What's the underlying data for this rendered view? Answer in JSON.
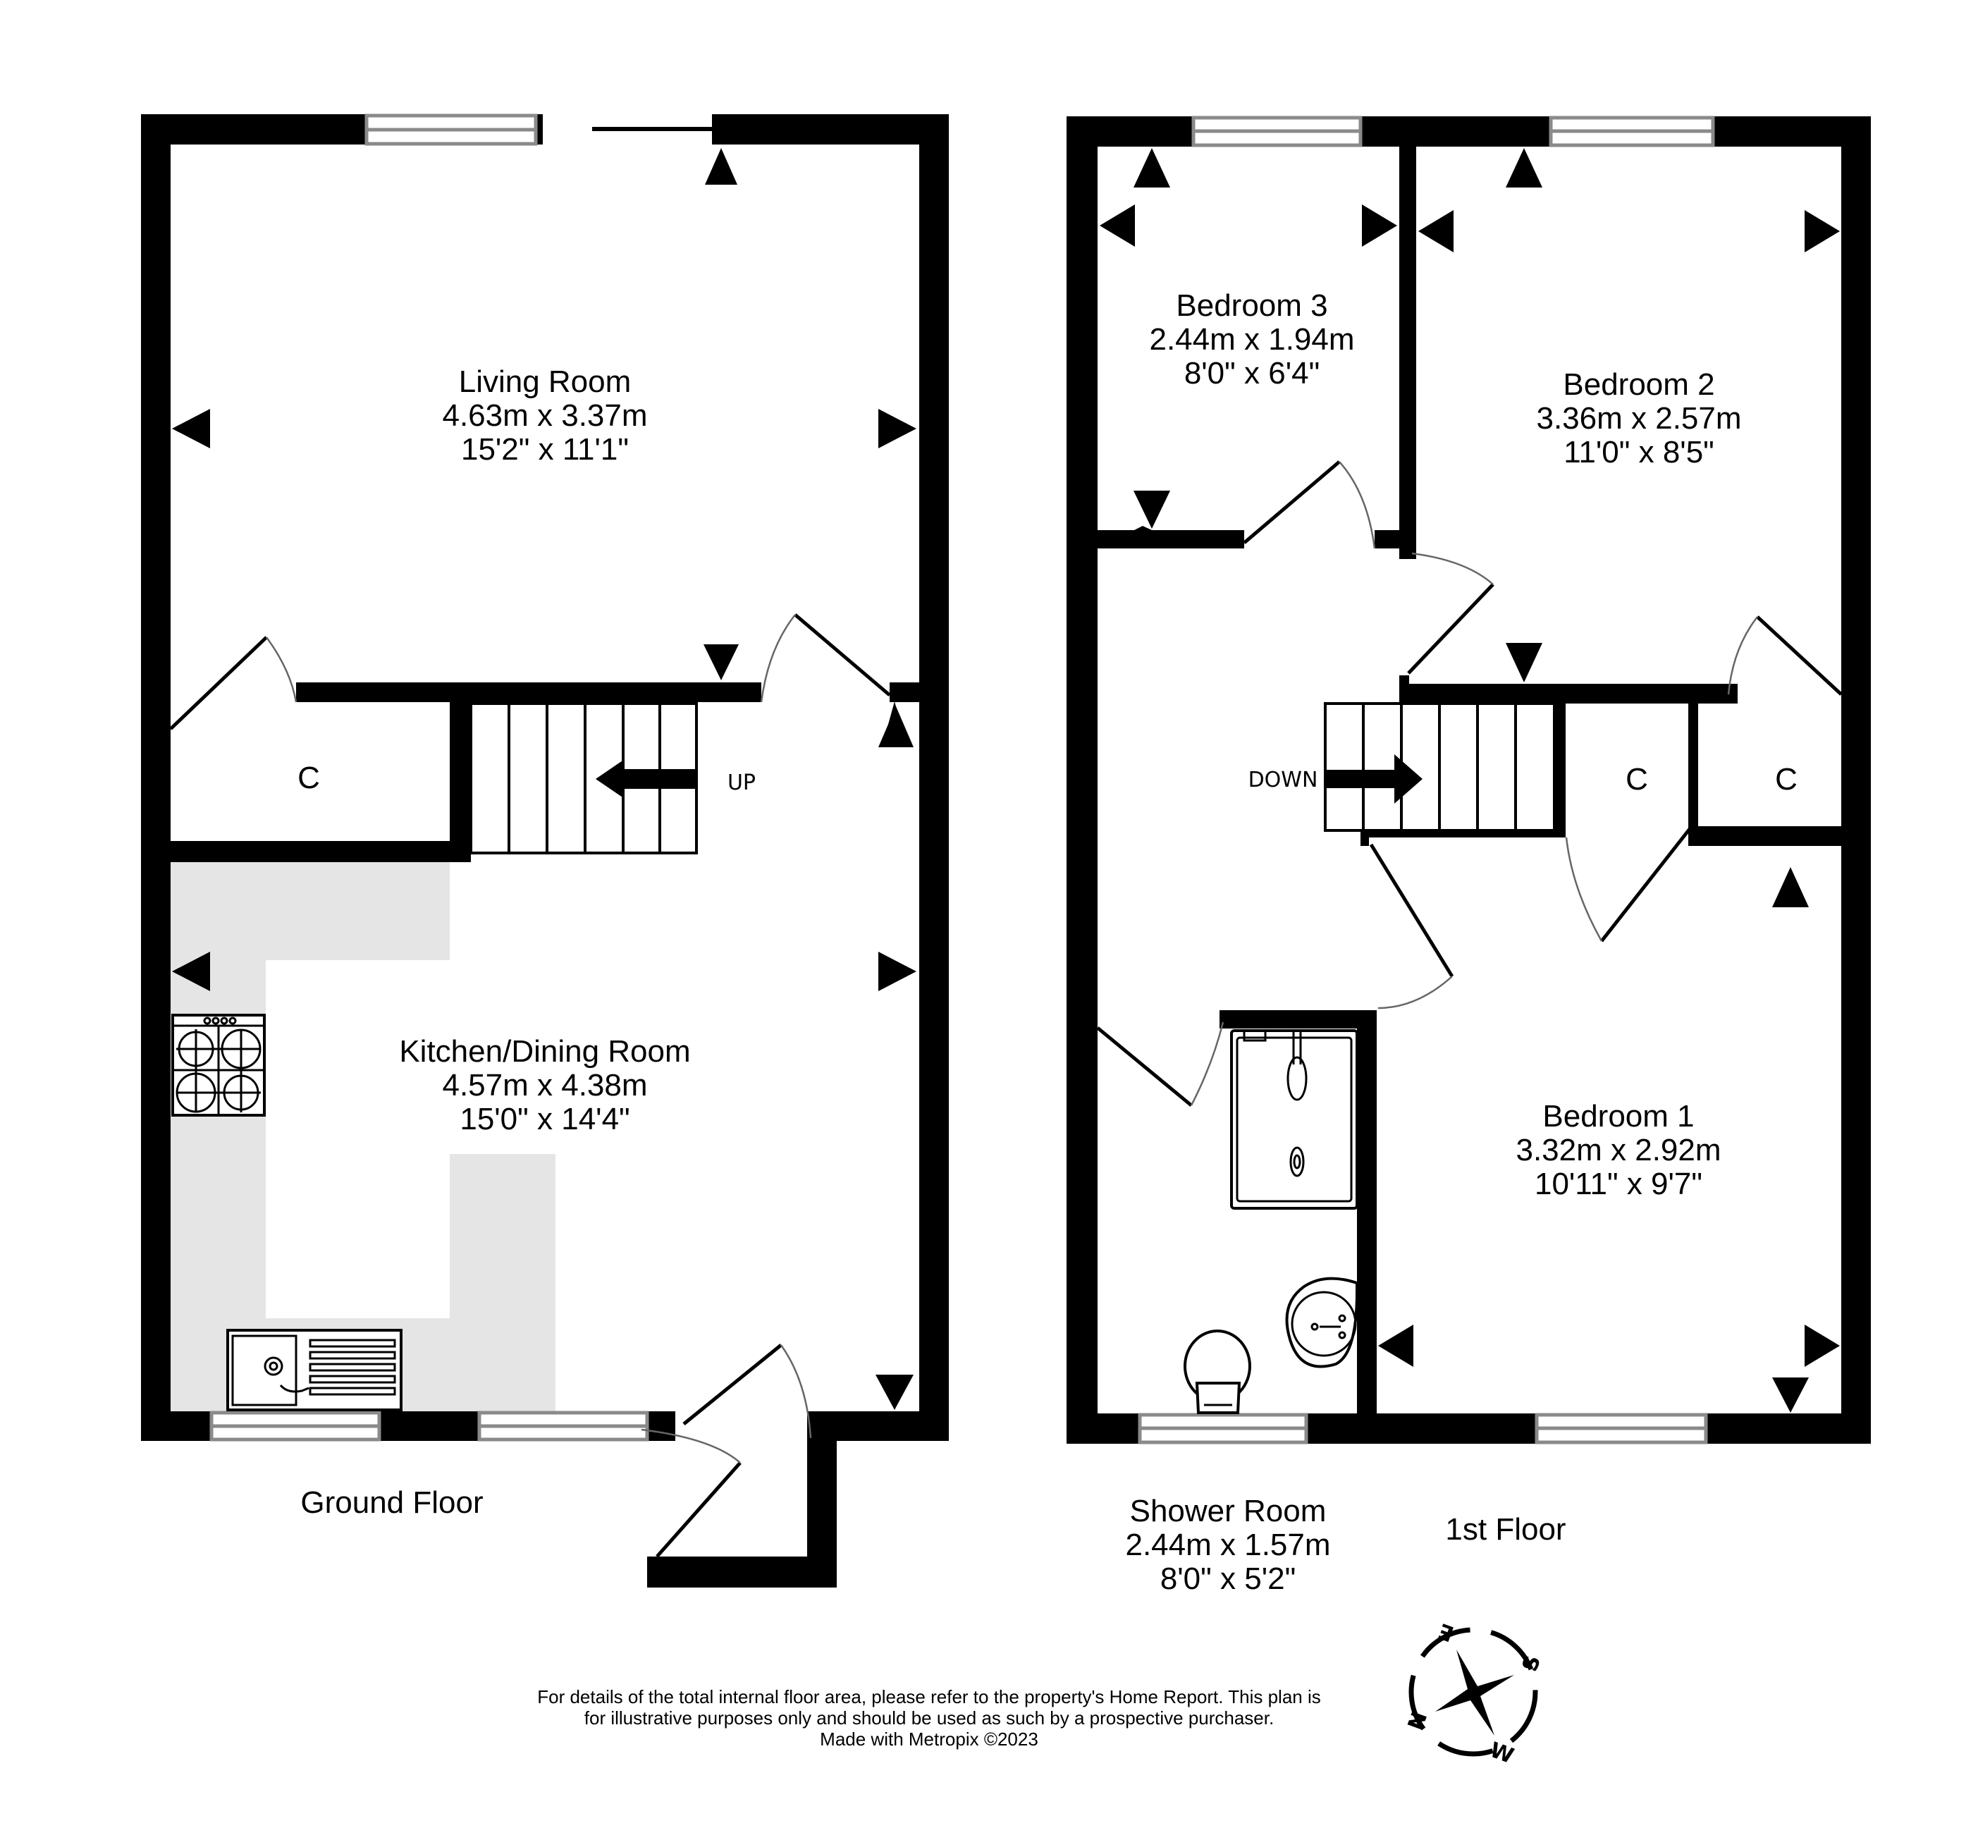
{
  "floors": [
    {
      "label": "Ground Floor",
      "rooms": [
        {
          "name": "Living Room",
          "metric": "4.63m  x 3.37m",
          "imperial": "15'2\"  x 11'1\""
        },
        {
          "name": "Kitchen/Dining Room",
          "metric": "4.57m  x 4.38m",
          "imperial": "15'0\"  x 14'4\""
        }
      ],
      "cupboards": [
        "C"
      ],
      "stairs_label": "UP"
    },
    {
      "label": "1st Floor",
      "rooms": [
        {
          "name": "Bedroom 3",
          "metric": "2.44m  x 1.94m",
          "imperial": "8'0\"  x 6'4\""
        },
        {
          "name": "Bedroom 2",
          "metric": "3.36m  x 2.57m",
          "imperial": "11'0\"  x 8'5\""
        },
        {
          "name": "Bedroom 1",
          "metric": "3.32m  x 2.92m",
          "imperial": "10'11\"  x 9'7\""
        },
        {
          "name": "Shower Room",
          "metric": "2.44m  x 1.57m",
          "imperial": "8'0\"  x 5'2\""
        }
      ],
      "cupboards": [
        "C",
        "C"
      ],
      "stairs_label": "DOWN"
    }
  ],
  "compass": {
    "n": "N",
    "e": "E",
    "s": "S",
    "w": "W"
  },
  "disclaimer": {
    "line1": "For details of the total internal floor area, please refer to the property's Home Report. This plan is",
    "line2": "for illustrative purposes only and should be used as such by a prospective purchaser.",
    "line3": "Made with Metropix ©2023"
  },
  "colors": {
    "wall": "#000000",
    "window": "#8a8a8a",
    "worktop": "#e5e5e5",
    "background": "#ffffff"
  }
}
